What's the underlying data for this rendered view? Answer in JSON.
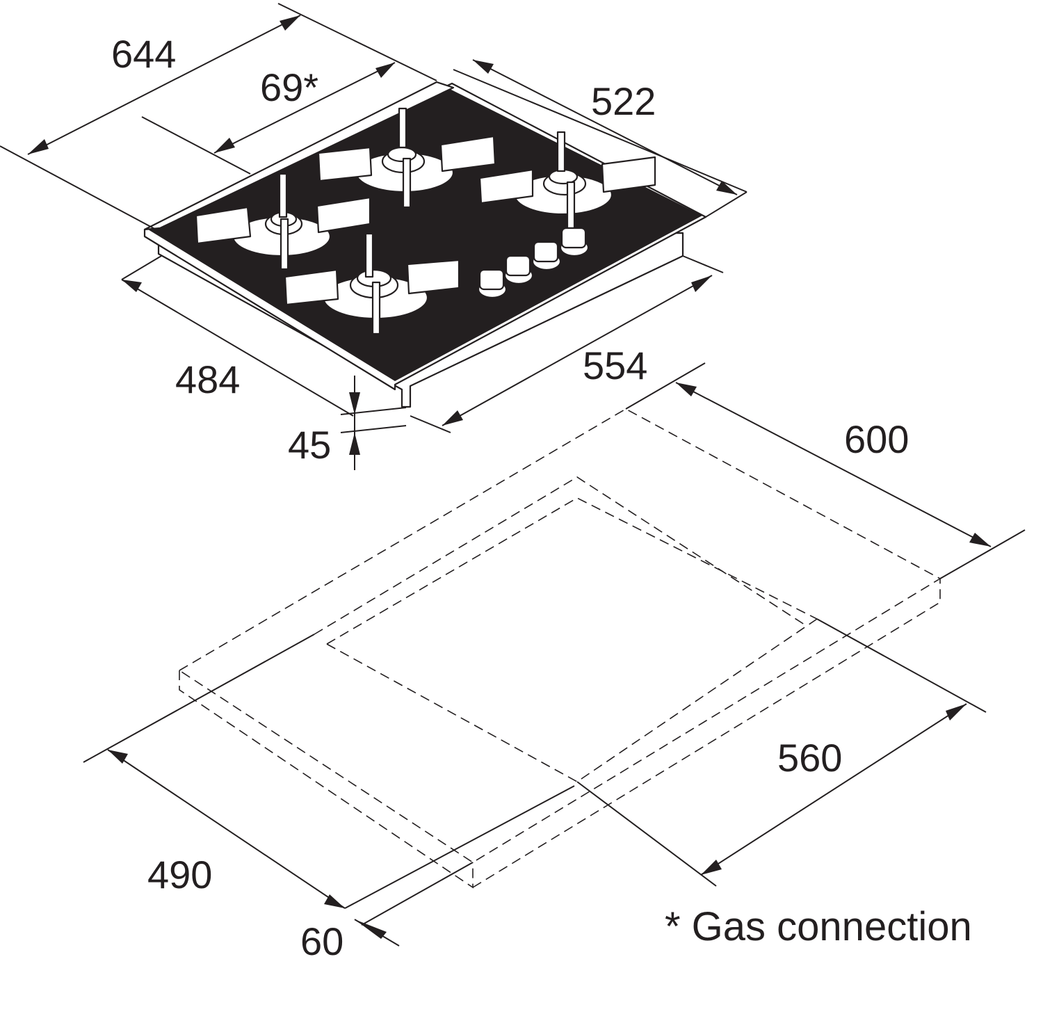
{
  "dimensions": {
    "hob_depth_overall": "644",
    "gas_connection_offset": "69*",
    "hob_width_top": "522",
    "hob_depth_body": "484",
    "hob_width_body": "554",
    "hob_height": "45",
    "cutout_width": "600",
    "cutout_inner_width": "560",
    "cutout_depth": "490",
    "cutout_front_margin": "60"
  },
  "note": "* Gas connection",
  "colors": {
    "ink": "#231f20",
    "glass": "#231f20",
    "background": "#ffffff"
  },
  "hob": {
    "burners": 4,
    "control_knobs": 4
  }
}
